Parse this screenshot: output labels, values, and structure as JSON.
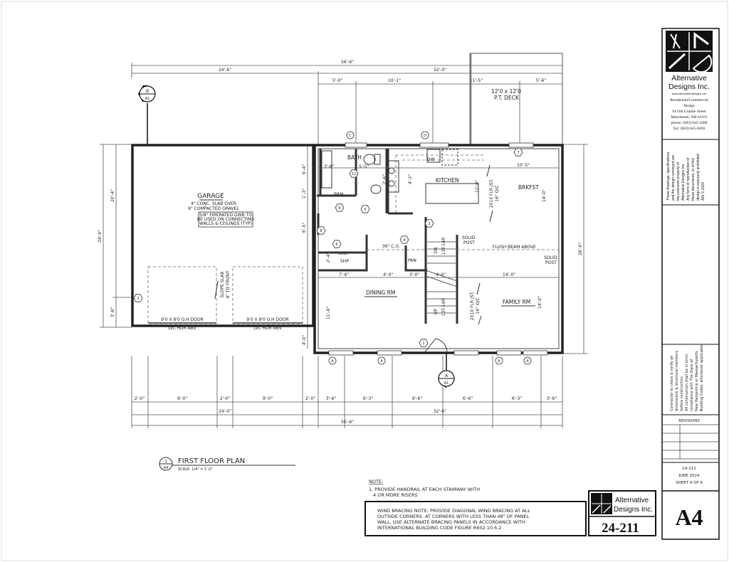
{
  "sheet": {
    "plan_title": "FIRST FLOOR PLAN",
    "plan_number": "1",
    "plan_sheet": "A4",
    "scale": "SCALE: 1/4\" = 1'-0\"",
    "note_heading": "NOTE:",
    "note_lines": [
      "1. PROVIDE HANDRAIL AT EACH STAIRWAY WITH",
      "4 OR MORE RISERS"
    ],
    "wind_bracing_lines": [
      "WIND BRACING NOTE:  PROVIDE DIAGONAL WIND BRACING AT ALL",
      "OUTSIDE CORNERS.  AT CORNERS WITH LESS THAN 48\" OF PANEL",
      "WALL, USE ALTERNATE BRACING PANELS IN ACCORDANCE WITH",
      "INTERNATIONAL BUILDING CODE FIGURE R602.10.6.2"
    ],
    "stamp_company": [
      "Alternative",
      "Designs Inc."
    ],
    "stamp_job": "24-211"
  },
  "title_block": {
    "company": [
      "Alternative",
      "Designs Inc."
    ],
    "website": "www.alternativedesigns.net",
    "address_lines": [
      "Residential/Commercial",
      "Design",
      "94 Old Granite Street",
      "Manchester, NH 03101",
      "phone: (603) 645-4388",
      "fax: (603) 645-6030"
    ],
    "copyright_lines": [
      "These drawings, specifications,",
      "and the design conveyed are",
      "the exclusive property of",
      "Alternative Designs Inc.",
      "Any form of reproduction of",
      "these documents, or of this",
      "design is expressly prohibited.",
      "ADI © 2024"
    ],
    "contractor_lines": [
      "Contractor to check & verify all",
      "dimensions & structural members",
      "before construction.",
      "All construction shall be in strict",
      "compliance with The State of",
      "New Hampshire or Massachusetts",
      "Building Codes, whichever applicable."
    ],
    "revisions_label": "REVISIONS",
    "job_number": "24-211",
    "date": "JUNE 2024",
    "sheet_of": "SHEET 4 OF 9",
    "sheet_id": "A4"
  },
  "dims": {
    "top_overall": "56'-6\"",
    "top_garage": "24'-6\"",
    "top_house": "32'-0\"",
    "top_segments": [
      "5'-0\"",
      "10'-1\"",
      "11'-5\"",
      "5'-6\""
    ],
    "bottom_segments": [
      "2'-0\"",
      "9'-0\"",
      "2'-0\"",
      "9'-0\"",
      "2'-0\"",
      "3'-6\"",
      "6'-3\"",
      "6'-6\"",
      "6'-6\"",
      "6'-3\"",
      "3'-6\""
    ],
    "bottom_garage": "24'-0\"",
    "bottom_house": "32'-6\"",
    "bottom_overall": "56'-6\"",
    "left_overall": "24'-0\"",
    "left_upper": "20'-4\"",
    "left_lower": "3'-8\"",
    "right_overall": "28'-0\"",
    "garage_right": [
      "6'-4\"",
      "1'-3\"",
      "6'-5\"",
      "4'-0\""
    ],
    "interior": {
      "bath_a": "3'-8\"",
      "bath_b": "5'-5\"",
      "kitchen_a": "4'-2\"",
      "kitchen_b": "2'-6\"",
      "kitchen_c": "12'-0\"",
      "brkfst_w": "10'-5\"",
      "brkfst_h": "14'-0\"",
      "clo_h": "2'-4\"",
      "row": [
        "7'-6\"",
        "4'-0\"",
        "3'-0\"",
        "4'-0\"",
        "14'-0\""
      ],
      "dining_h": "11'-8\"",
      "family_h": "14'-0\""
    }
  },
  "rooms": {
    "garage": "GARAGE",
    "garage_notes": [
      "4\" CONC. SLAB OVER",
      "6\" COMPACTED GRAVEL"
    ],
    "garage_fire": [
      "5/8\" FIRERATED GWB TO",
      "BE USED ON CONNECTING",
      "WALLS & CEILINGS (TYP)"
    ],
    "slope": [
      "SLOPE SLAB",
      "4\" TO FRONT"
    ],
    "oh_door": "9'0 X 8'0 O.H DOOR",
    "header": "LVL HDR ABV",
    "deck": [
      "12'0 x 12'0",
      "P.T. DECK"
    ],
    "bath": "BATH",
    "brm": "BRM",
    "kitchen": "KITCHEN",
    "dw": "DW",
    "brkfst": "BRKFST",
    "joist": [
      "2X10 FLR JST.",
      "16\" O/C"
    ],
    "clo": "CLO.",
    "shp": "SHP",
    "co": "36\" C.O.",
    "pan": "PAN",
    "dn": "DN",
    "up": "UP",
    "risers": "13T-14R",
    "solid_post": [
      "SOLID",
      "POST"
    ],
    "flush_beam": "FLUSH BEAM ABOVE",
    "dining": "DINING RM",
    "family": "FAMILY RM"
  },
  "tags": {
    "doors": [
      "1",
      "2",
      "3",
      "4",
      "5",
      "6",
      "7",
      "8",
      "9",
      "12"
    ],
    "windows": [
      "A",
      "C",
      "D"
    ],
    "section_b": [
      "B",
      "A1"
    ],
    "section_a": [
      "A",
      "A1"
    ]
  }
}
